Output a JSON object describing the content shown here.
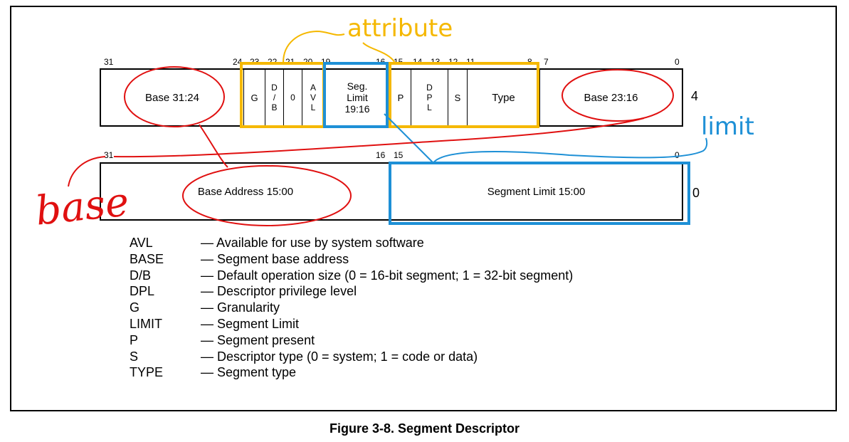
{
  "figure": {
    "caption": "Figure 3-8.  Segment Descriptor",
    "upper_word": {
      "row_index": "4",
      "bit_numbers": [
        "31",
        "24",
        "23",
        "22",
        "21",
        "20",
        "19",
        "16",
        "15",
        "14",
        "13",
        "12",
        "11",
        "8",
        "7",
        "0"
      ],
      "fields": {
        "base_hi": "Base 31:24",
        "g": "G",
        "db": [
          "D",
          "/",
          "B"
        ],
        "zero": "0",
        "avl": [
          "A",
          "V",
          "L"
        ],
        "seg_limit": [
          "Seg.",
          "Limit",
          "19:16"
        ],
        "p": "P",
        "dpl": [
          "D",
          "P",
          "L"
        ],
        "s": "S",
        "type": "Type",
        "base_mid": "Base 23:16"
      }
    },
    "lower_word": {
      "row_index": "0",
      "bit_numbers": [
        "31",
        "16",
        "15",
        "0"
      ],
      "fields": {
        "base_lo": "Base Address 15:00",
        "limit_lo": "Segment Limit 15:00"
      }
    },
    "legend": [
      {
        "abbr": "AVL",
        "desc": "— Available for use by system software"
      },
      {
        "abbr": "BASE",
        "desc": "— Segment base address"
      },
      {
        "abbr": "D/B",
        "desc": "— Default operation size (0 = 16-bit segment; 1 = 32-bit segment)"
      },
      {
        "abbr": "DPL",
        "desc": "— Descriptor privilege level"
      },
      {
        "abbr": "G",
        "desc": "— Granularity"
      },
      {
        "abbr": "LIMIT",
        "desc": "— Segment Limit"
      },
      {
        "abbr": "P",
        "desc": "— Segment present"
      },
      {
        "abbr": "S",
        "desc": "— Descriptor type (0 = system; 1 = code or data)"
      },
      {
        "abbr": "TYPE",
        "desc": "— Segment type"
      }
    ]
  },
  "annotations": {
    "attribute": "attribute",
    "limit": "limit",
    "base": "base",
    "colors": {
      "attribute": "#f5b800",
      "limit": "#1e90d6",
      "base": "#e01010"
    }
  }
}
